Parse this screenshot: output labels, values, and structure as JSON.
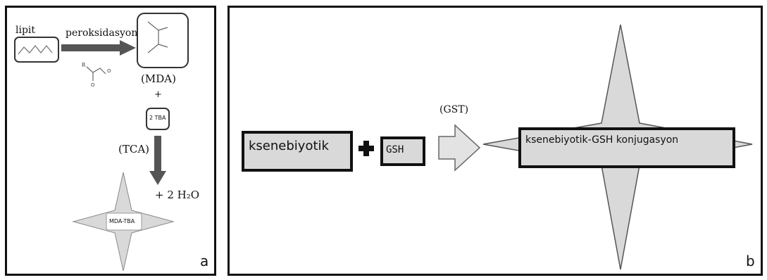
{
  "panel_a": {
    "lipid_label": "lipit",
    "peroxidation_label": "peroksidasyon",
    "mda_label": "(MDA)",
    "plus_label": "+",
    "tba_label": "2 TBA",
    "tca_label": "(TCA)",
    "water_label": "+ 2 H₂O",
    "product_label": "MDA-TBA",
    "panel_letter": "a"
  },
  "panel_b": {
    "xenobiotic_label": "ksenebiyotik",
    "gsh_label": "GSH",
    "gst_label": "(GST)",
    "conjugate_label": "ksenebiyotik-GSH konjugasyon",
    "panel_letter": "b"
  },
  "colors": {
    "fill_gray": "#d9d9d9",
    "stroke": "#111111",
    "arrow_gray": "#555555"
  }
}
